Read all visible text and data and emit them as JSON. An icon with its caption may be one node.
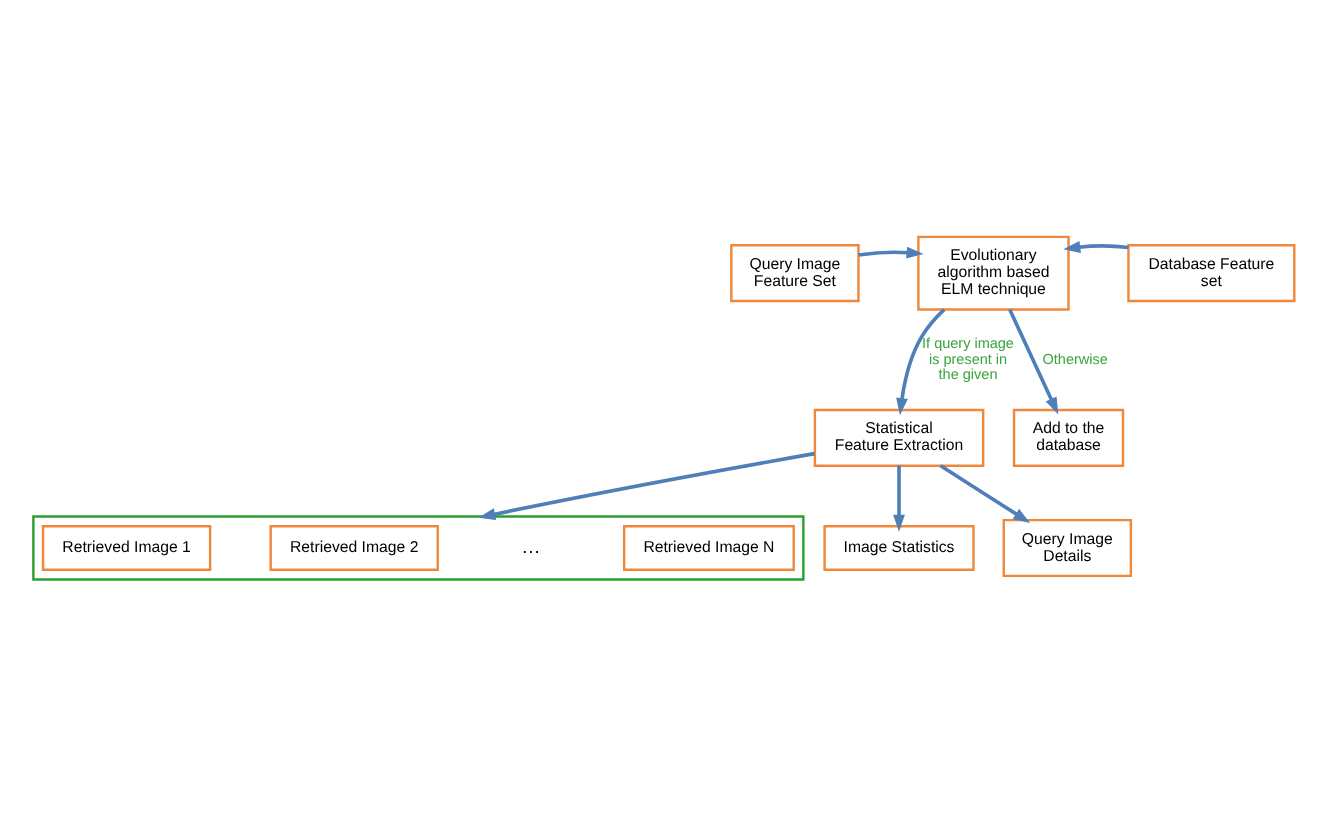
{
  "diagram": {
    "nodes": [
      {
        "text": [
          "Query Image Feature Set"
        ]
      },
      {
        "text": [
          "Evolutionary algorithm based ELM technique"
        ]
      },
      {
        "text": [
          "Database Feature set"
        ]
      },
      {
        "text": [
          "Statistical Feature Extraction"
        ]
      },
      {
        "text": [
          "Add to the database"
        ]
      },
      {
        "text": [],
        "shape": "box"
      },
      {
        "text": [
          "Retrieved Image 1"
        ],
        "in": 5
      },
      {
        "text": [
          "Retrieved Image 2"
        ],
        "in": 5
      },
      {
        "text": [
          "Retrieved Image N"
        ],
        "in": 5
      },
      {
        "text": [
          "Image Statistics"
        ]
      },
      {
        "text": [
          "Query Image Details"
        ]
      }
    ],
    "edges": [
      {
        "from": 0,
        "to": 1,
        "arrow": "to"
      },
      {
        "from": 2,
        "to": 1,
        "arrow": "to"
      },
      {
        "from": 1,
        "to": 3,
        "arrow": "to",
        "label": "If query image is present in the given"
      },
      {
        "from": 1,
        "to": 4,
        "arrow": "to",
        "label": "Otherwise"
      },
      {
        "from": 3,
        "to": 5,
        "arrow": "to"
      },
      {
        "from": 3,
        "to": 9,
        "arrow": "to"
      },
      {
        "from": 3,
        "to": 10,
        "arrow": "to"
      }
    ],
    "labels": [
      "…"
    ]
  }
}
